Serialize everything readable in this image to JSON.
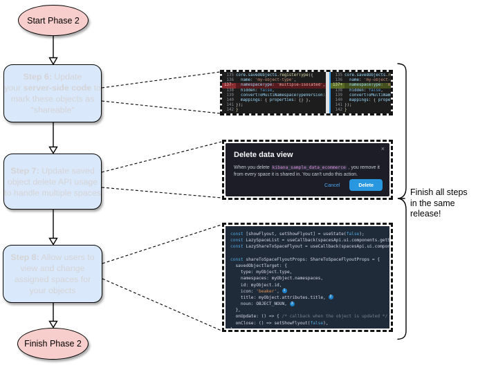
{
  "flow": {
    "start": "Start Phase 2",
    "finish": "Finish Phase 2",
    "steps": [
      {
        "lines": [
          [
            {
              "t": "Step 6:",
              "b": 1
            },
            {
              "t": " Update"
            }
          ],
          [
            {
              "t": "your "
            },
            {
              "t": "server-side code",
              "b": 1
            },
            {
              "t": " to"
            }
          ],
          [
            {
              "t": "mark these objects as"
            }
          ],
          [
            {
              "t": "\"shareable\""
            }
          ]
        ]
      },
      {
        "lines": [
          [
            {
              "t": "Step 7:",
              "b": 1
            },
            {
              "t": " Update saved"
            }
          ],
          [
            {
              "t": "object delete API usage"
            }
          ],
          [
            {
              "t": "to handle multiple spaces"
            }
          ]
        ]
      },
      {
        "lines": [
          [
            {
              "t": "Step 8:",
              "b": 1
            },
            {
              "t": " Allow users to"
            }
          ],
          [
            {
              "t": "view and change"
            }
          ],
          [
            {
              "t": "assigned spaces for"
            }
          ],
          [
            {
              "t": "your objects"
            }
          ]
        ]
      }
    ],
    "brace_label": [
      "Finish all steps",
      "in the same",
      "release!"
    ]
  },
  "diff": {
    "left": [
      {
        "num": "135",
        "hl": "",
        "seg": [
          {
            "t": "core",
            "c": "prop"
          },
          {
            "t": ".savedObjects",
            "c": "prop"
          },
          {
            "t": ".registerType",
            "c": "fn"
          },
          {
            "t": "({",
            "c": "pl"
          }
        ]
      },
      {
        "num": "136",
        "hl": "",
        "seg": [
          {
            "t": "  ",
            "c": "pl"
          },
          {
            "t": "name",
            "c": "prop"
          },
          {
            "t": ": ",
            "c": "pl"
          },
          {
            "t": "'my-object-type'",
            "c": "str"
          },
          {
            "t": ",",
            "c": "pl"
          }
        ]
      },
      {
        "num": "137-",
        "hl": "del",
        "seg": [
          {
            "t": "  ",
            "c": "pl"
          },
          {
            "t": "namespaceType",
            "c": "prop"
          },
          {
            "t": ": ",
            "c": "pl"
          },
          {
            "t": "'multiple-isolated'",
            "c": "strdel"
          },
          {
            "t": ",",
            "c": "pl"
          }
        ]
      },
      {
        "num": "138",
        "hl": "",
        "seg": [
          {
            "t": "  ",
            "c": "pl"
          },
          {
            "t": "hidden",
            "c": "prop"
          },
          {
            "t": ": ",
            "c": "pl"
          },
          {
            "t": "false",
            "c": "kw"
          },
          {
            "t": ",",
            "c": "pl"
          }
        ]
      },
      {
        "num": "139",
        "hl": "",
        "seg": [
          {
            "t": "  ",
            "c": "pl"
          },
          {
            "t": "convertToMultiNamespaceTypeVersion",
            "c": "prop"
          },
          {
            "t": ": ",
            "c": "pl"
          },
          {
            "t": "'",
            "c": "str"
          }
        ]
      },
      {
        "num": "140",
        "hl": "",
        "seg": [
          {
            "t": "  ",
            "c": "pl"
          },
          {
            "t": "mappings",
            "c": "prop"
          },
          {
            "t": ": { ",
            "c": "pl"
          },
          {
            "t": "properties",
            "c": "prop"
          },
          {
            "t": ": {} },",
            "c": "pl"
          }
        ]
      },
      {
        "num": "141",
        "hl": "",
        "seg": [
          {
            "t": "});",
            "c": "pl"
          }
        ]
      },
      {
        "num": "142",
        "hl": "",
        "seg": [
          {
            "t": "}",
            "c": "fn"
          }
        ]
      }
    ],
    "right": [
      {
        "num": "135",
        "hl": "",
        "seg": [
          {
            "t": "core",
            "c": "prop"
          },
          {
            "t": ".savedObjects",
            "c": "prop"
          },
          {
            "t": ".registerType",
            "c": "fn"
          },
          {
            "t": "({",
            "c": "pl"
          }
        ]
      },
      {
        "num": "136",
        "hl": "",
        "seg": [
          {
            "t": "  ",
            "c": "pl"
          },
          {
            "t": "name",
            "c": "prop"
          },
          {
            "t": ": ",
            "c": "pl"
          },
          {
            "t": "'my-object-type'",
            "c": "str"
          },
          {
            "t": ",",
            "c": "pl"
          }
        ]
      },
      {
        "num": "137+",
        "hl": "add",
        "seg": [
          {
            "t": "  ",
            "c": "pl"
          },
          {
            "t": "namespaceType",
            "c": "prop"
          },
          {
            "t": ": ",
            "c": "pl"
          },
          {
            "t": "'multiple'",
            "c": "str"
          },
          {
            "t": ",",
            "c": "pl"
          }
        ]
      },
      {
        "num": "138",
        "hl": "",
        "seg": [
          {
            "t": "  ",
            "c": "pl"
          },
          {
            "t": "hidden",
            "c": "prop"
          },
          {
            "t": ": ",
            "c": "pl"
          },
          {
            "t": "false",
            "c": "kw"
          },
          {
            "t": ",",
            "c": "pl"
          }
        ]
      },
      {
        "num": "139",
        "hl": "",
        "seg": [
          {
            "t": "  ",
            "c": "pl"
          },
          {
            "t": "convertToMultiNamespaceTypeVersion",
            "c": "prop"
          },
          {
            "t": ": ",
            "c": "pl"
          },
          {
            "t": "'",
            "c": "str"
          }
        ]
      },
      {
        "num": "140",
        "hl": "",
        "seg": [
          {
            "t": "  ",
            "c": "pl"
          },
          {
            "t": "mappings",
            "c": "prop"
          },
          {
            "t": ": { ",
            "c": "pl"
          },
          {
            "t": "properties",
            "c": "prop"
          },
          {
            "t": ": {} },",
            "c": "pl"
          }
        ]
      },
      {
        "num": "141",
        "hl": "",
        "seg": [
          {
            "t": "});",
            "c": "pl"
          }
        ]
      },
      {
        "num": "142",
        "hl": "",
        "seg": [
          {
            "t": "}",
            "c": "fn"
          }
        ]
      }
    ]
  },
  "modal": {
    "title": "Delete data view",
    "close_icon": "×",
    "body_pre": "When you delete ",
    "token": "kibana_sample_data_ecommerce",
    "body_post": " , you remove it from every space it is shared in. You can't undo this action.",
    "cancel_label": "Cancel",
    "delete_label": "Delete"
  },
  "code": {
    "lines": [
      [
        {
          "t": "const",
          "c": "kw"
        },
        {
          "t": " [showFlyout, setShowFlyout] = useState(",
          "c": "pl"
        },
        {
          "t": "false",
          "c": "kw"
        },
        {
          "t": ");",
          "c": "pl"
        }
      ],
      [
        {
          "t": "const",
          "c": "kw"
        },
        {
          "t": " LazySpaceList = useCallback(spacesApi.ui.components.getSpaceList",
          "c": "pl"
        }
      ],
      [
        {
          "t": "const",
          "c": "kw"
        },
        {
          "t": " LazyShareToSpaceFlyout = useCallback(spacesApi.ui.components.get",
          "c": "pl"
        }
      ],
      [],
      [
        {
          "t": "const",
          "c": "kw"
        },
        {
          "t": " shareToSpaceFlyoutProps: ShareToSpaceFlyoutProps = {",
          "c": "pl"
        }
      ],
      [
        {
          "t": "  savedObjectTarget: {",
          "c": "pl"
        }
      ],
      [
        {
          "t": "    type: myObject.type,",
          "c": "pl"
        }
      ],
      [
        {
          "t": "    namespaces: myObject.namespaces,",
          "c": "pl"
        }
      ],
      [
        {
          "t": "    id: myObject.id,",
          "c": "pl"
        }
      ],
      [
        {
          "t": "    icon: ",
          "c": "pl"
        },
        {
          "t": "'beaker'",
          "c": "str"
        },
        {
          "t": ", ",
          "c": "pl"
        },
        {
          "t": "1",
          "c": "badge"
        }
      ],
      [
        {
          "t": "    title: myObject.attributes.title, ",
          "c": "pl"
        },
        {
          "t": "2",
          "c": "badge"
        }
      ],
      [
        {
          "t": "    noun: OBJECT_NOUN, ",
          "c": "pl"
        },
        {
          "t": "3",
          "c": "badge"
        }
      ],
      [
        {
          "t": "  },",
          "c": "pl"
        }
      ],
      [
        {
          "t": "  onUpdate: () => { ",
          "c": "pl"
        },
        {
          "t": "/* callback when the object is updated */",
          "c": "cm"
        },
        {
          "t": " },",
          "c": "pl"
        }
      ],
      [
        {
          "t": "  onClose: () => setShowFlyout(",
          "c": "pl"
        },
        {
          "t": "false",
          "c": "kw"
        },
        {
          "t": "),",
          "c": "pl"
        }
      ],
      [
        {
          "t": "};",
          "c": "pl"
        }
      ]
    ]
  }
}
